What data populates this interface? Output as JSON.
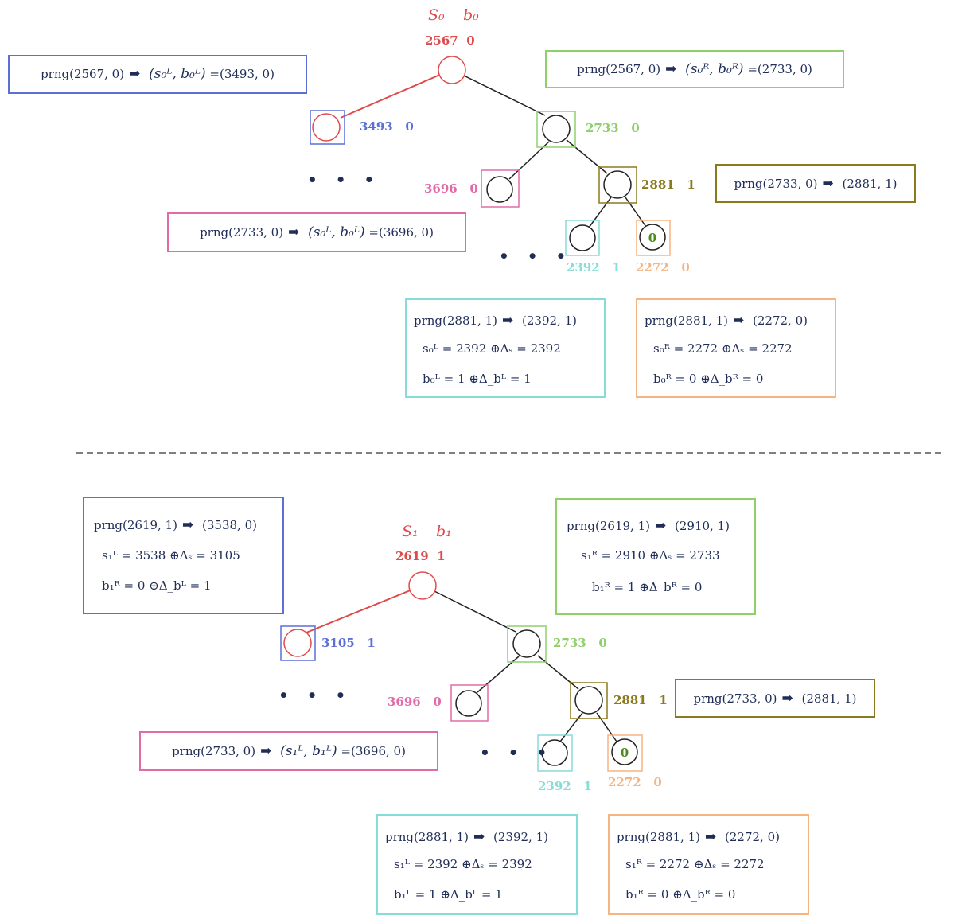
{
  "colors": {
    "red": "#e04a4a",
    "blue": "#5b6fd6",
    "green": "#8fd06a",
    "pink": "#e36aa8",
    "olive": "#8a7a1d",
    "cyan": "#86dcd9",
    "orange": "#f6b480",
    "text": "#1f2d57"
  },
  "top": {
    "root": {
      "sym_s": "S₀",
      "sym_b": "b₀",
      "seed": "2567",
      "bit": "0"
    },
    "nodes": {
      "left": {
        "seed": "3493",
        "bit": "0"
      },
      "mid": {
        "seed": "2733",
        "bit": "0"
      },
      "pink": {
        "seed": "3696",
        "bit": "0"
      },
      "olive": {
        "seed": "2881",
        "bit": "1"
      },
      "cyan": {
        "seed": "2392",
        "bit": "1"
      },
      "orange": {
        "seed": "2272",
        "bit": "0",
        "inner": "0"
      }
    },
    "dots": [
      "• • •",
      "• • •"
    ],
    "boxes": {
      "blue": {
        "call": "prng(2567, 0)",
        "arrow": "➡",
        "pair": "(s₀ᴸ, b₀ᴸ)",
        "result": "=(3493,   0)"
      },
      "green": {
        "call": "prng(2567, 0)",
        "arrow": "➡",
        "pair": "(s₀ᴿ, b₀ᴿ)",
        "result": "=(2733,   0)"
      },
      "olive": {
        "call": "prng(2733, 0)",
        "arrow": "➡",
        "result": "(2881,   1)"
      },
      "pink": {
        "call": "prng(2733, 0)",
        "arrow": "➡",
        "pair": "(s₀ᴸ, b₀ᴸ)",
        "result": "=(3696,   0)"
      },
      "cyan": {
        "call": "prng(2881, 1)",
        "arrow": "➡",
        "result": "(2392,   1)",
        "line2": "s₀ᴸ  =  2392 ⊕Δₛ  =  2392",
        "line3": "b₀ᴸ  =  1 ⊕Δ_bᴸ  =  1"
      },
      "orange": {
        "call": "prng(2881, 1)",
        "arrow": "➡",
        "result": "(2272,   0)",
        "line2": "s₀ᴿ  =  2272 ⊕Δₛ  =  2272",
        "line3": "b₀ᴿ  =  0 ⊕Δ_bᴿ   =  0"
      }
    }
  },
  "bottom": {
    "root": {
      "sym_s": "S₁",
      "sym_b": "b₁",
      "seed": "2619",
      "bit": "1"
    },
    "nodes": {
      "left": {
        "seed": "3105",
        "bit": "1"
      },
      "mid": {
        "seed": "2733",
        "bit": "0"
      },
      "pink": {
        "seed": "3696",
        "bit": "0"
      },
      "olive": {
        "seed": "2881",
        "bit": "1"
      },
      "cyan": {
        "seed": "2392",
        "bit": "1"
      },
      "orange": {
        "seed": "2272",
        "bit": "0",
        "inner": "0"
      }
    },
    "dots": [
      "• • •",
      "• • •"
    ],
    "boxes": {
      "blue": {
        "call": "prng(2619, 1)",
        "arrow": "➡",
        "result": "(3538,   0)",
        "line2": "s₁ᴸ  =  3538 ⊕Δₛ  =  3105",
        "line3": "b₁ᴿ  =  0 ⊕Δ_bᴸ   =  1"
      },
      "green": {
        "call": "prng(2619, 1)",
        "arrow": "➡",
        "result": "(2910,   1)",
        "line2": "s₁ᴿ = 2910 ⊕Δₛ = 2733",
        "line3": "b₁ᴿ  =  1 ⊕Δ_bᴿ  =  0"
      },
      "olive": {
        "call": "prng(2733, 0)",
        "arrow": "➡",
        "result": "(2881,   1)"
      },
      "pink": {
        "call": "prng(2733, 0)",
        "arrow": "➡",
        "pair": "(s₁ᴸ, b₁ᴸ)",
        "result": "=(3696,   0)"
      },
      "cyan": {
        "call": "prng(2881, 1)",
        "arrow": "➡",
        "result": "(2392,   1)",
        "line2": "s₁ᴸ  =  2392 ⊕Δₛ  =  2392",
        "line3": "b₁ᴸ  =  1 ⊕Δ_bᴸ  =  1"
      },
      "orange": {
        "call": "prng(2881, 1)",
        "arrow": "➡",
        "result": "(2272,   0)",
        "line2": "s₁ᴿ  =  2272 ⊕Δₛ  =  2272",
        "line3": "b₁ᴿ  =  0 ⊕Δ_bᴿ   =  0"
      }
    }
  }
}
